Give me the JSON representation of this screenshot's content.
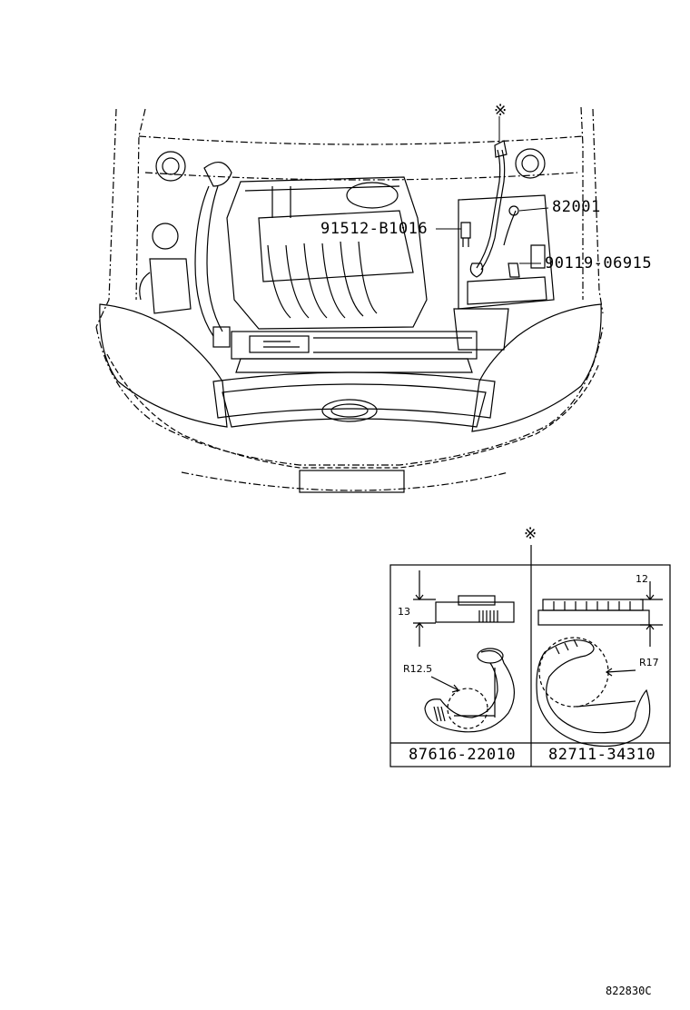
{
  "callouts": {
    "part_82001": "82001",
    "part_91512": "91512-B1016",
    "part_90119": "90119-06915",
    "ref_mark_top": "※",
    "ref_mark_inset": "※"
  },
  "inset": {
    "left_part_number": "87616-22010",
    "right_part_number": "82711-34310",
    "dim_13": "13",
    "dim_12": "12",
    "dim_r12_5": "R12.5",
    "dim_r17": "R17"
  },
  "illustration_code": "822830C"
}
